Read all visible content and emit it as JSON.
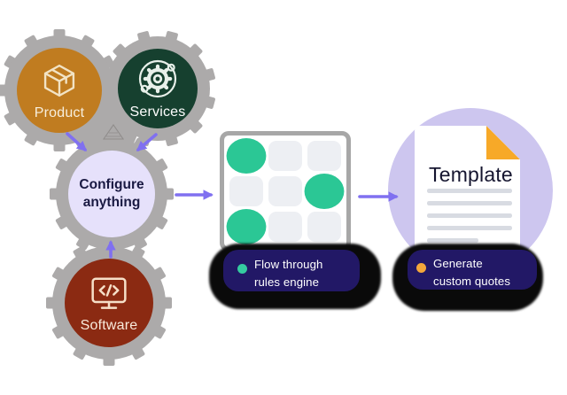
{
  "diagram": {
    "background_color": "#FFFFFF",
    "arrow_color": "#8070F0",
    "blob_color": "#ACAAAA",
    "inputs": [
      {
        "label": "Product",
        "icon": "box-icon",
        "circle_color": "#C07C20",
        "text_color": "#F7EEDC"
      },
      {
        "label": "Services",
        "icon": "orbit-gear-icon",
        "circle_color": "#16402F",
        "text_color": "#FFFFFF"
      },
      {
        "label": "Software",
        "icon": "code-monitor-icon",
        "circle_color": "#8B2A12",
        "text_color": "#F9EBDC"
      }
    ],
    "hub": {
      "label": "Configure anything",
      "circle_color": "#E6E1FB",
      "text_color": "#191942"
    },
    "rules": {
      "caption": "Flow through rules engine",
      "bullet_color": "#35CBA0",
      "pill_color": "#221866",
      "grid": {
        "rows": 3,
        "cols": 3,
        "cell_color": "#EDEFF3",
        "frame_color": "#A7A7A7",
        "active_color": "#2BC795",
        "active_cells": [
          [
            0,
            0
          ],
          [
            1,
            2
          ],
          [
            2,
            0
          ]
        ]
      }
    },
    "output": {
      "doc_title": "Template",
      "caption": "Generate custom quotes",
      "bullet_color": "#F3A73B",
      "pill_color": "#221866",
      "circle_color": "#CDC6EF",
      "fold_color": "#F7A928",
      "doc_line_color": "#D8DBE2",
      "doc_line_count": 5
    }
  }
}
